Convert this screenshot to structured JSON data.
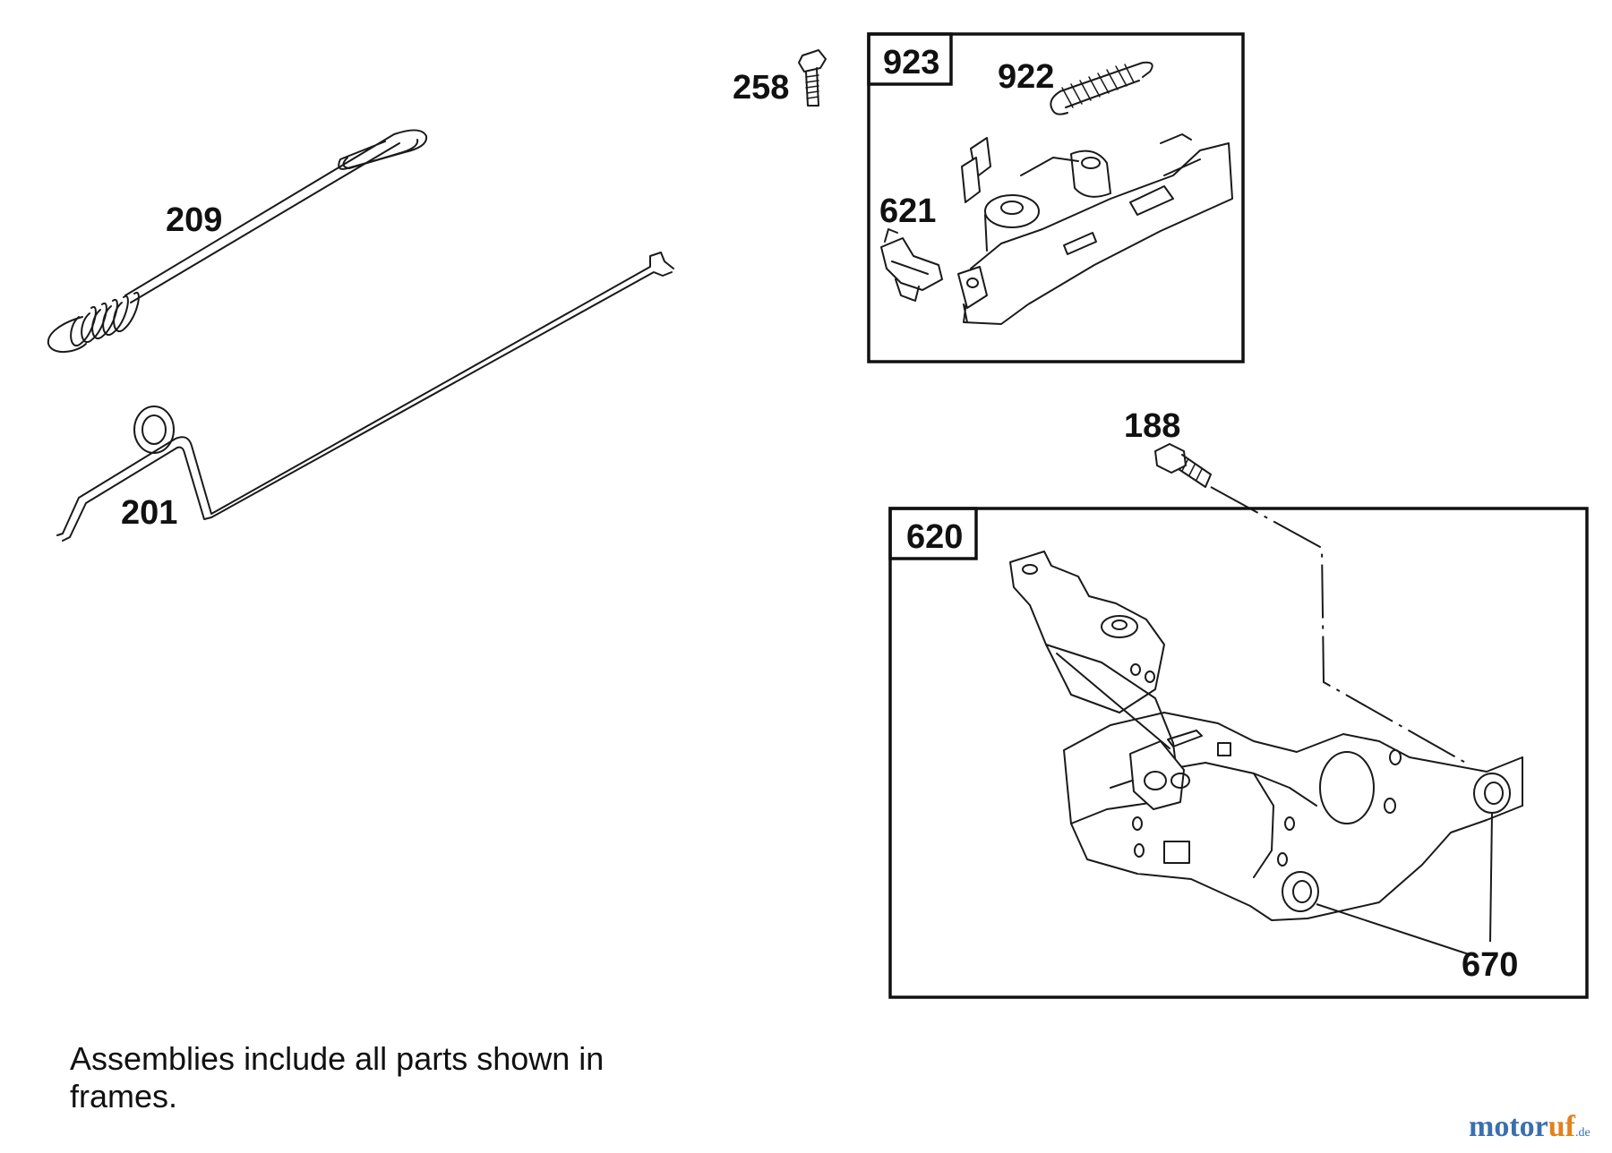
{
  "parts": {
    "p209": "209",
    "p201": "201",
    "p258": "258",
    "p923": "923",
    "p922": "922",
    "p621": "621",
    "p188": "188",
    "p620": "620",
    "p670": "670"
  },
  "note": "Assemblies include all parts shown in frames.",
  "watermark": {
    "main": "motor",
    "accent": "uf",
    "tld": ".de"
  }
}
